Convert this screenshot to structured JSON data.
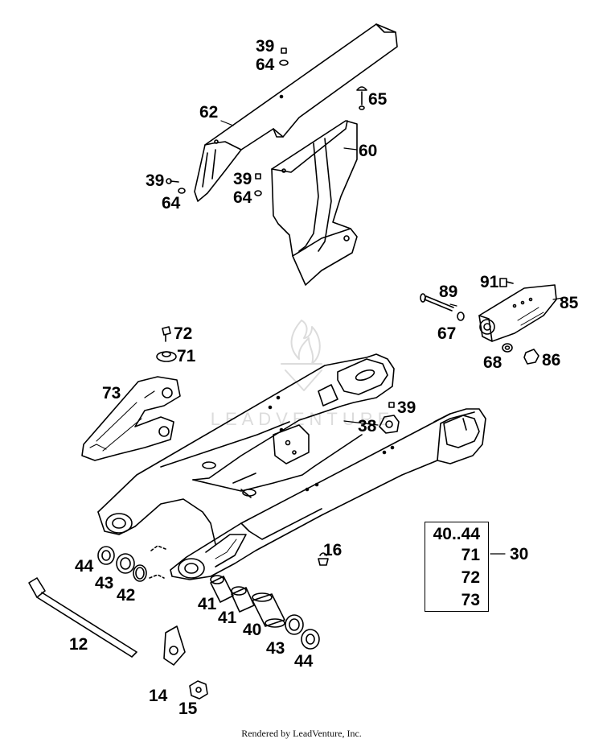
{
  "callouts": [
    {
      "id": "c-39a",
      "text": "39"
    },
    {
      "id": "c-64a",
      "text": "64"
    },
    {
      "id": "c-65",
      "text": "65"
    },
    {
      "id": "c-62",
      "text": "62"
    },
    {
      "id": "c-60",
      "text": "60"
    },
    {
      "id": "c-39b",
      "text": "39"
    },
    {
      "id": "c-64b",
      "text": "64"
    },
    {
      "id": "c-39c",
      "text": "39"
    },
    {
      "id": "c-64c",
      "text": "64"
    },
    {
      "id": "c-89",
      "text": "89"
    },
    {
      "id": "c-91",
      "text": "91"
    },
    {
      "id": "c-85",
      "text": "85"
    },
    {
      "id": "c-67",
      "text": "67"
    },
    {
      "id": "c-68",
      "text": "68"
    },
    {
      "id": "c-86",
      "text": "86"
    },
    {
      "id": "c-72",
      "text": "72"
    },
    {
      "id": "c-71",
      "text": "71"
    },
    {
      "id": "c-73",
      "text": "73"
    },
    {
      "id": "c-39d",
      "text": "39"
    },
    {
      "id": "c-38",
      "text": "38"
    },
    {
      "id": "c-16",
      "text": "16"
    },
    {
      "id": "c-44a",
      "text": "44"
    },
    {
      "id": "c-43a",
      "text": "43"
    },
    {
      "id": "c-42",
      "text": "42"
    },
    {
      "id": "c-41a",
      "text": "41"
    },
    {
      "id": "c-41b",
      "text": "41"
    },
    {
      "id": "c-40",
      "text": "40"
    },
    {
      "id": "c-43b",
      "text": "43"
    },
    {
      "id": "c-44b",
      "text": "44"
    },
    {
      "id": "c-12",
      "text": "12"
    },
    {
      "id": "c-14",
      "text": "14"
    },
    {
      "id": "c-15",
      "text": "15"
    }
  ],
  "kit": {
    "items": [
      "40..44",
      "71",
      "72",
      "73"
    ],
    "label": "30"
  },
  "watermark": "LEADVENTURE",
  "footer": "Rendered by LeadVenture, Inc."
}
